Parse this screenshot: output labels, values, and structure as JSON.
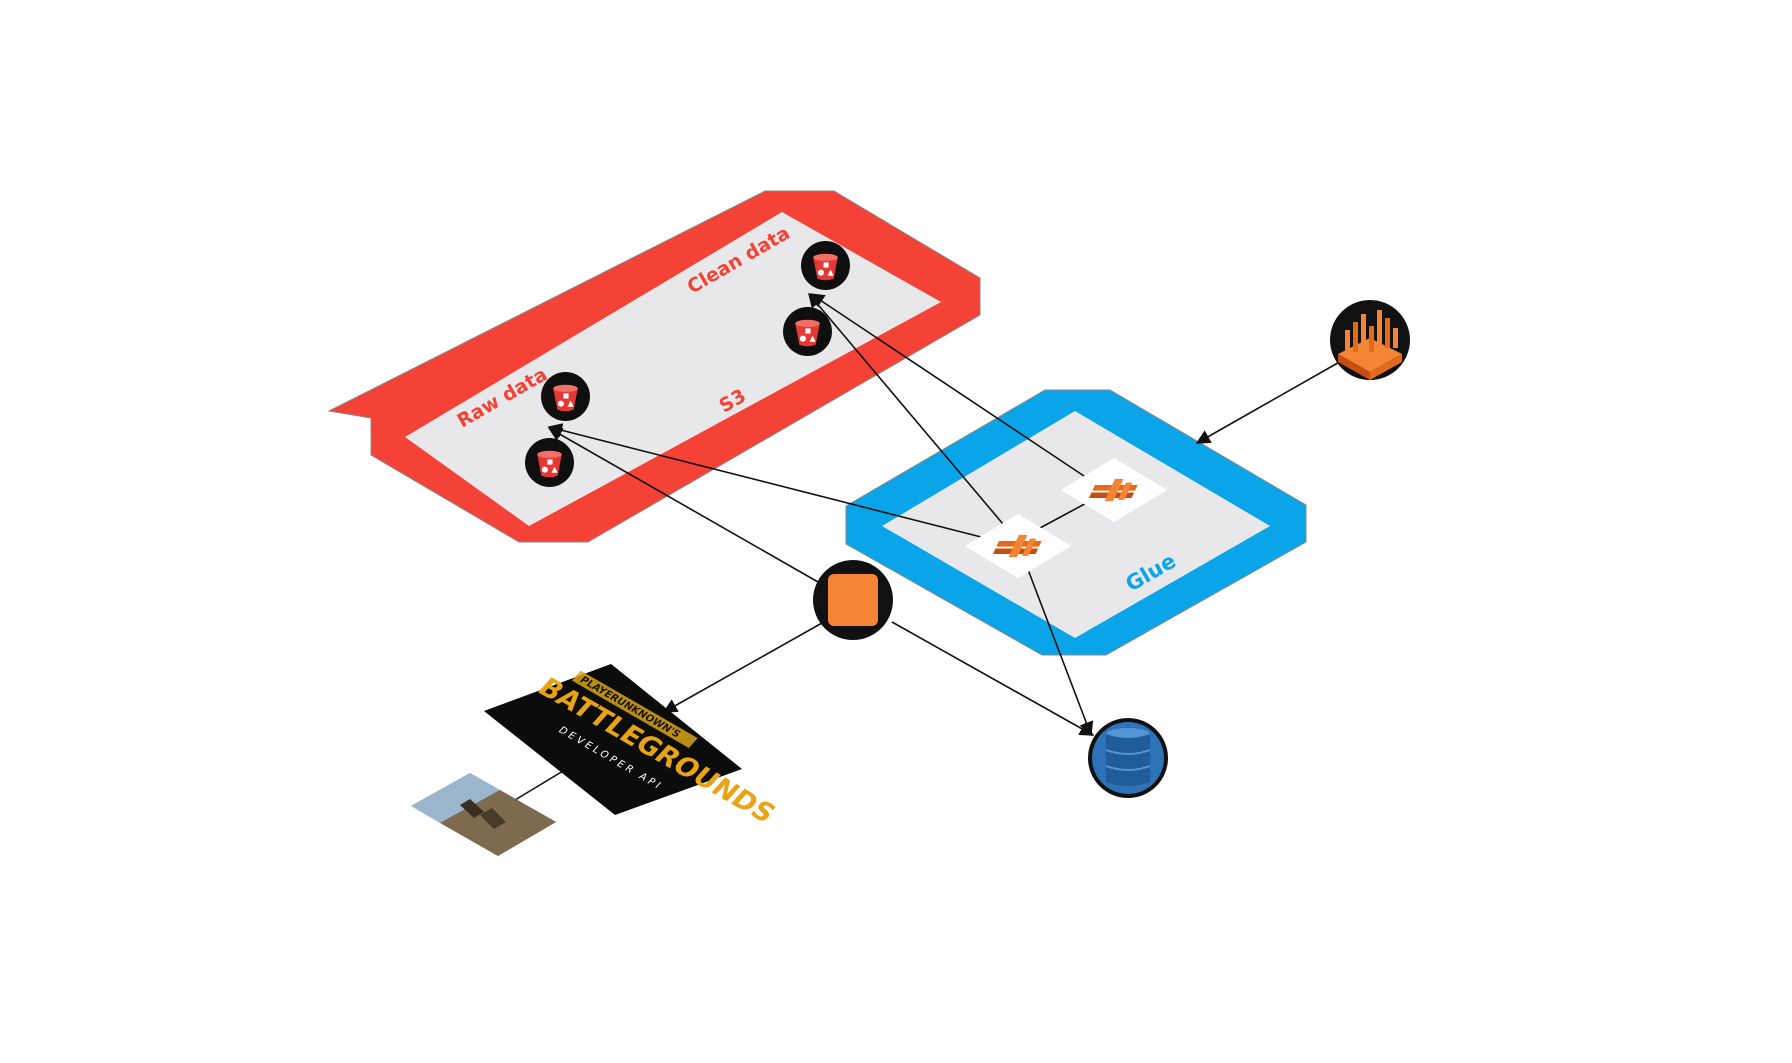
{
  "s3_group": {
    "title": "S3",
    "raw_label": "Raw data",
    "clean_label": "Clean data",
    "color": "#f44336",
    "fill": "#e8e8ea"
  },
  "glue_group": {
    "title": "Glue",
    "color": "#0aa5e8",
    "fill": "#e8e8ea"
  },
  "icons": {
    "bucket": "s3-bucket-icon",
    "glue": "glue-job-icon",
    "lambda": "compute-icon",
    "dynamodb": "dynamodb-icon",
    "kinesis": "analytics-icon",
    "pubg": "pubg-developer-api-logo",
    "game": "game-screenshot"
  },
  "logo": {
    "line1": "PLAYERUNKNOWN'S",
    "line2": "BATTLEGROUNDS",
    "line3": "DEVELOPER API"
  },
  "colors": {
    "orange": "#f58536",
    "dynamo_blue": "#2e73b8",
    "arrow": "#111111"
  }
}
